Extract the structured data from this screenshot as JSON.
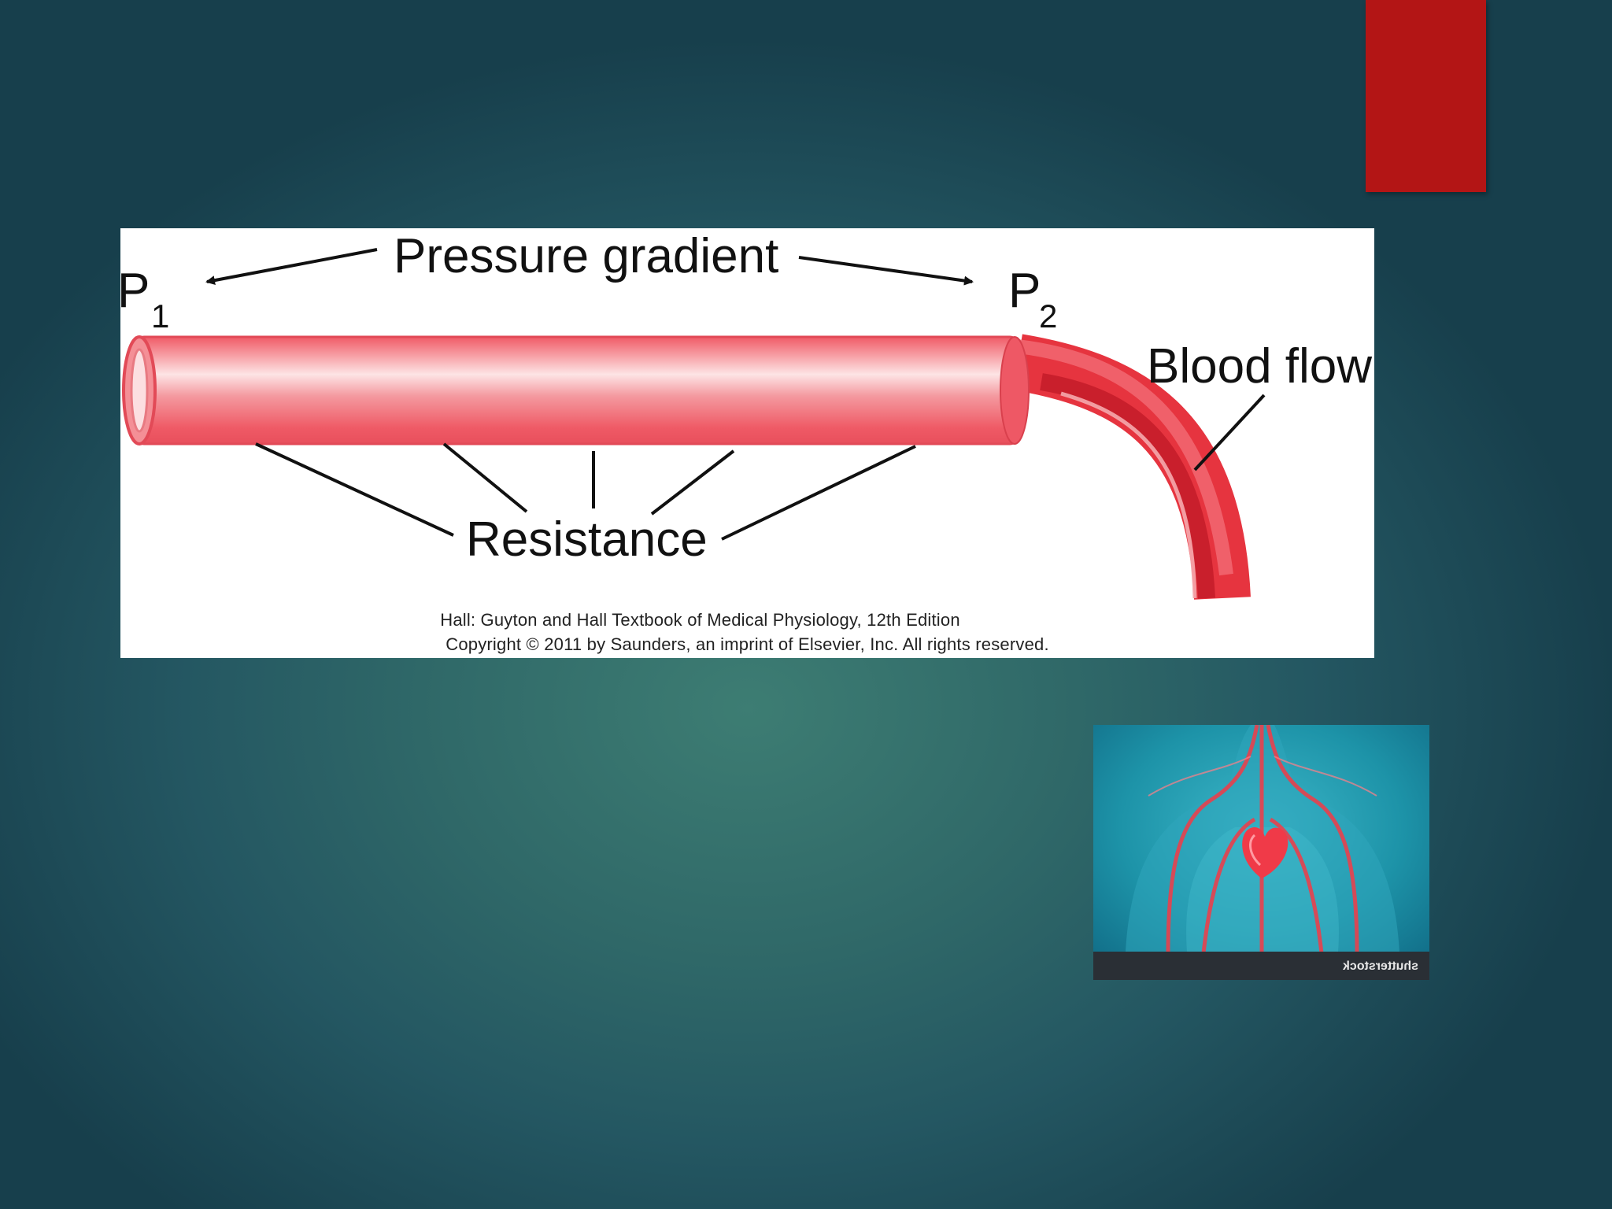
{
  "slide": {
    "accent_color": "#b31515"
  },
  "diagram": {
    "pressure_label": "Pressure gradient",
    "p1_label": "P",
    "p1_sub": "1",
    "p2_label": "P",
    "p2_sub": "2",
    "blood_flow_label": "Blood flow",
    "resistance_label": "Resistance",
    "credit_line1": "Hall: Guyton and Hall Textbook of Medical Physiology, 12th Edition",
    "credit_line2": "Copyright © 2011 by Saunders, an imprint of Elsevier, Inc. All rights reserved.",
    "vessel_color": "#ef5a66"
  },
  "photo": {
    "brand": "shutterstock"
  }
}
